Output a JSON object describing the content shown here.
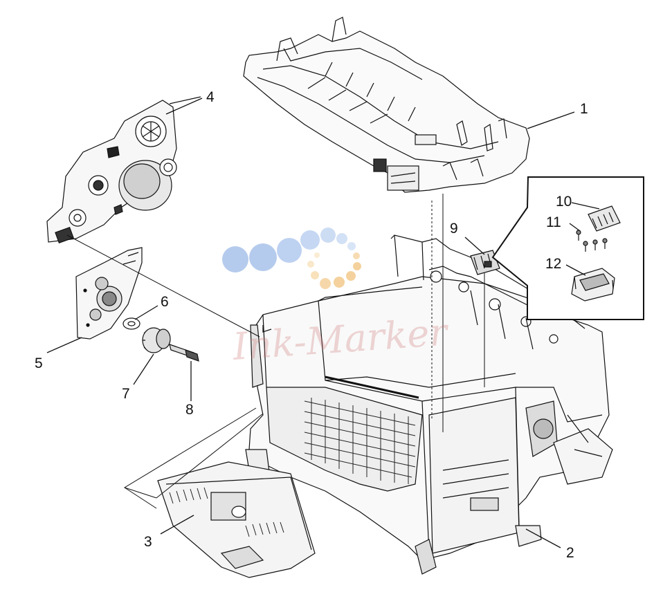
{
  "diagram": {
    "callouts": [
      {
        "id": "c1",
        "text": "1"
      },
      {
        "id": "c2",
        "text": "2"
      },
      {
        "id": "c3",
        "text": "3"
      },
      {
        "id": "c4",
        "text": "4"
      },
      {
        "id": "c5",
        "text": "5"
      },
      {
        "id": "c6",
        "text": "6"
      },
      {
        "id": "c7",
        "text": "7"
      },
      {
        "id": "c8",
        "text": "8"
      },
      {
        "id": "c9",
        "text": "9"
      },
      {
        "id": "c10",
        "text": "10"
      },
      {
        "id": "c11",
        "text": "11"
      },
      {
        "id": "c12",
        "text": "12"
      }
    ],
    "watermark": {
      "text": "Ink-Marker"
    }
  },
  "colors": {
    "line": "#111111",
    "watermark_blue": "#9fbbe6",
    "watermark_orange": "#f3c98c",
    "watermark_text": "#cd7878"
  }
}
